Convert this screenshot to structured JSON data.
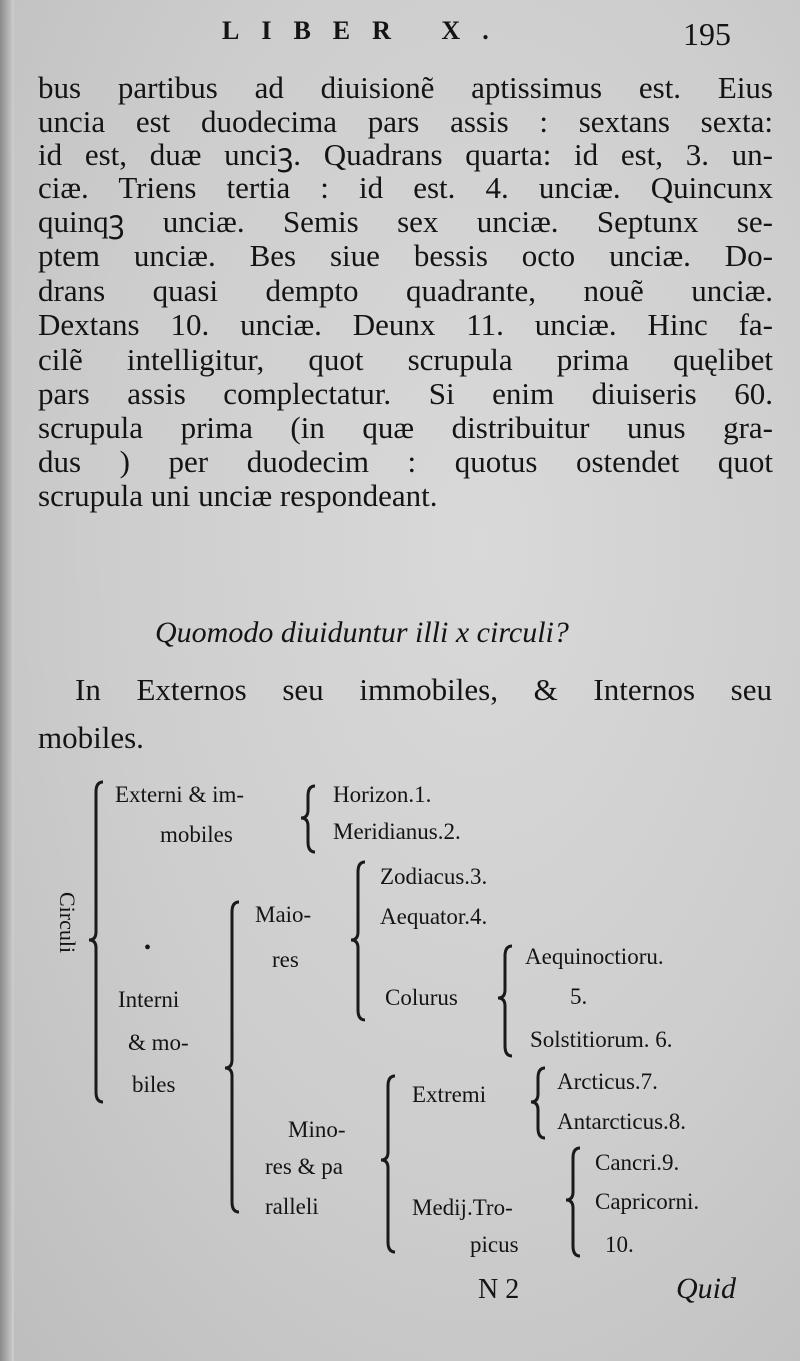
{
  "header": {
    "running_title": "LIBER X.",
    "page_number": "195"
  },
  "body_lines": [
    "bus partibus ad diuisionẽ aptissimus est. Eius",
    "uncia est duodecima pars assis : sextans sexta:",
    "id est, duæ unciꝫ. Quadrans quarta: id est, 3. un-",
    "ciæ. Triens tertia : id est. 4. unciæ. Quincunx",
    "quinqꝫ unciæ.  Semis sex unciæ. Septunx se-",
    "ptem unciæ. Bes siue bessis octo unciæ. Do-",
    "drans quasi dempto quadrante, nouẽ unciæ.",
    "Dextans 10. unciæ. Deunx 11. unciæ. Hinc fa-",
    "cilẽ intelligitur, quot scrupula prima quęlibet",
    "pars assis complectatur. Si enim diuiseris 60.",
    "scrupula prima (in quæ distribuitur unus gra-",
    "dus ) per duodecim : quotus ostendet quot",
    "scrupula uni unciæ respondeant."
  ],
  "question": "Quomodo diuiduntur illi x circuli?",
  "answer_lines": [
    "In Externos seu immobiles, & Internos seu",
    "mobiles."
  ],
  "diagram": {
    "root": "Circuli",
    "externi": [
      "Externi & im-",
      "mobiles"
    ],
    "horizon": "Horizon.1.",
    "meridianus": "Meridianus.2.",
    "interni": [
      "Interni",
      "& mo-",
      "biles"
    ],
    "maiores": [
      "Maio-",
      "res"
    ],
    "zodiacus": "Zodiacus.3.",
    "aequator": "Aequator.4.",
    "colurus": "Colurus",
    "aequinoctiorum": [
      "Aequinoctioru.",
      "5."
    ],
    "solstitiorum": "Solstitiorum. 6.",
    "minores": [
      "Mino-",
      "res & pa",
      "ralleli"
    ],
    "extremi": "Extremi",
    "arcticus": "Arcticus.7.",
    "antarcticus": "Antarcticus.8.",
    "medij": [
      "Medij.Tro-",
      "picus"
    ],
    "cancri": "Cancri.9.",
    "capricorni": "Capricorni.",
    "ten": "10."
  },
  "footer": {
    "signature": "N 2",
    "catchword": "Quid"
  }
}
